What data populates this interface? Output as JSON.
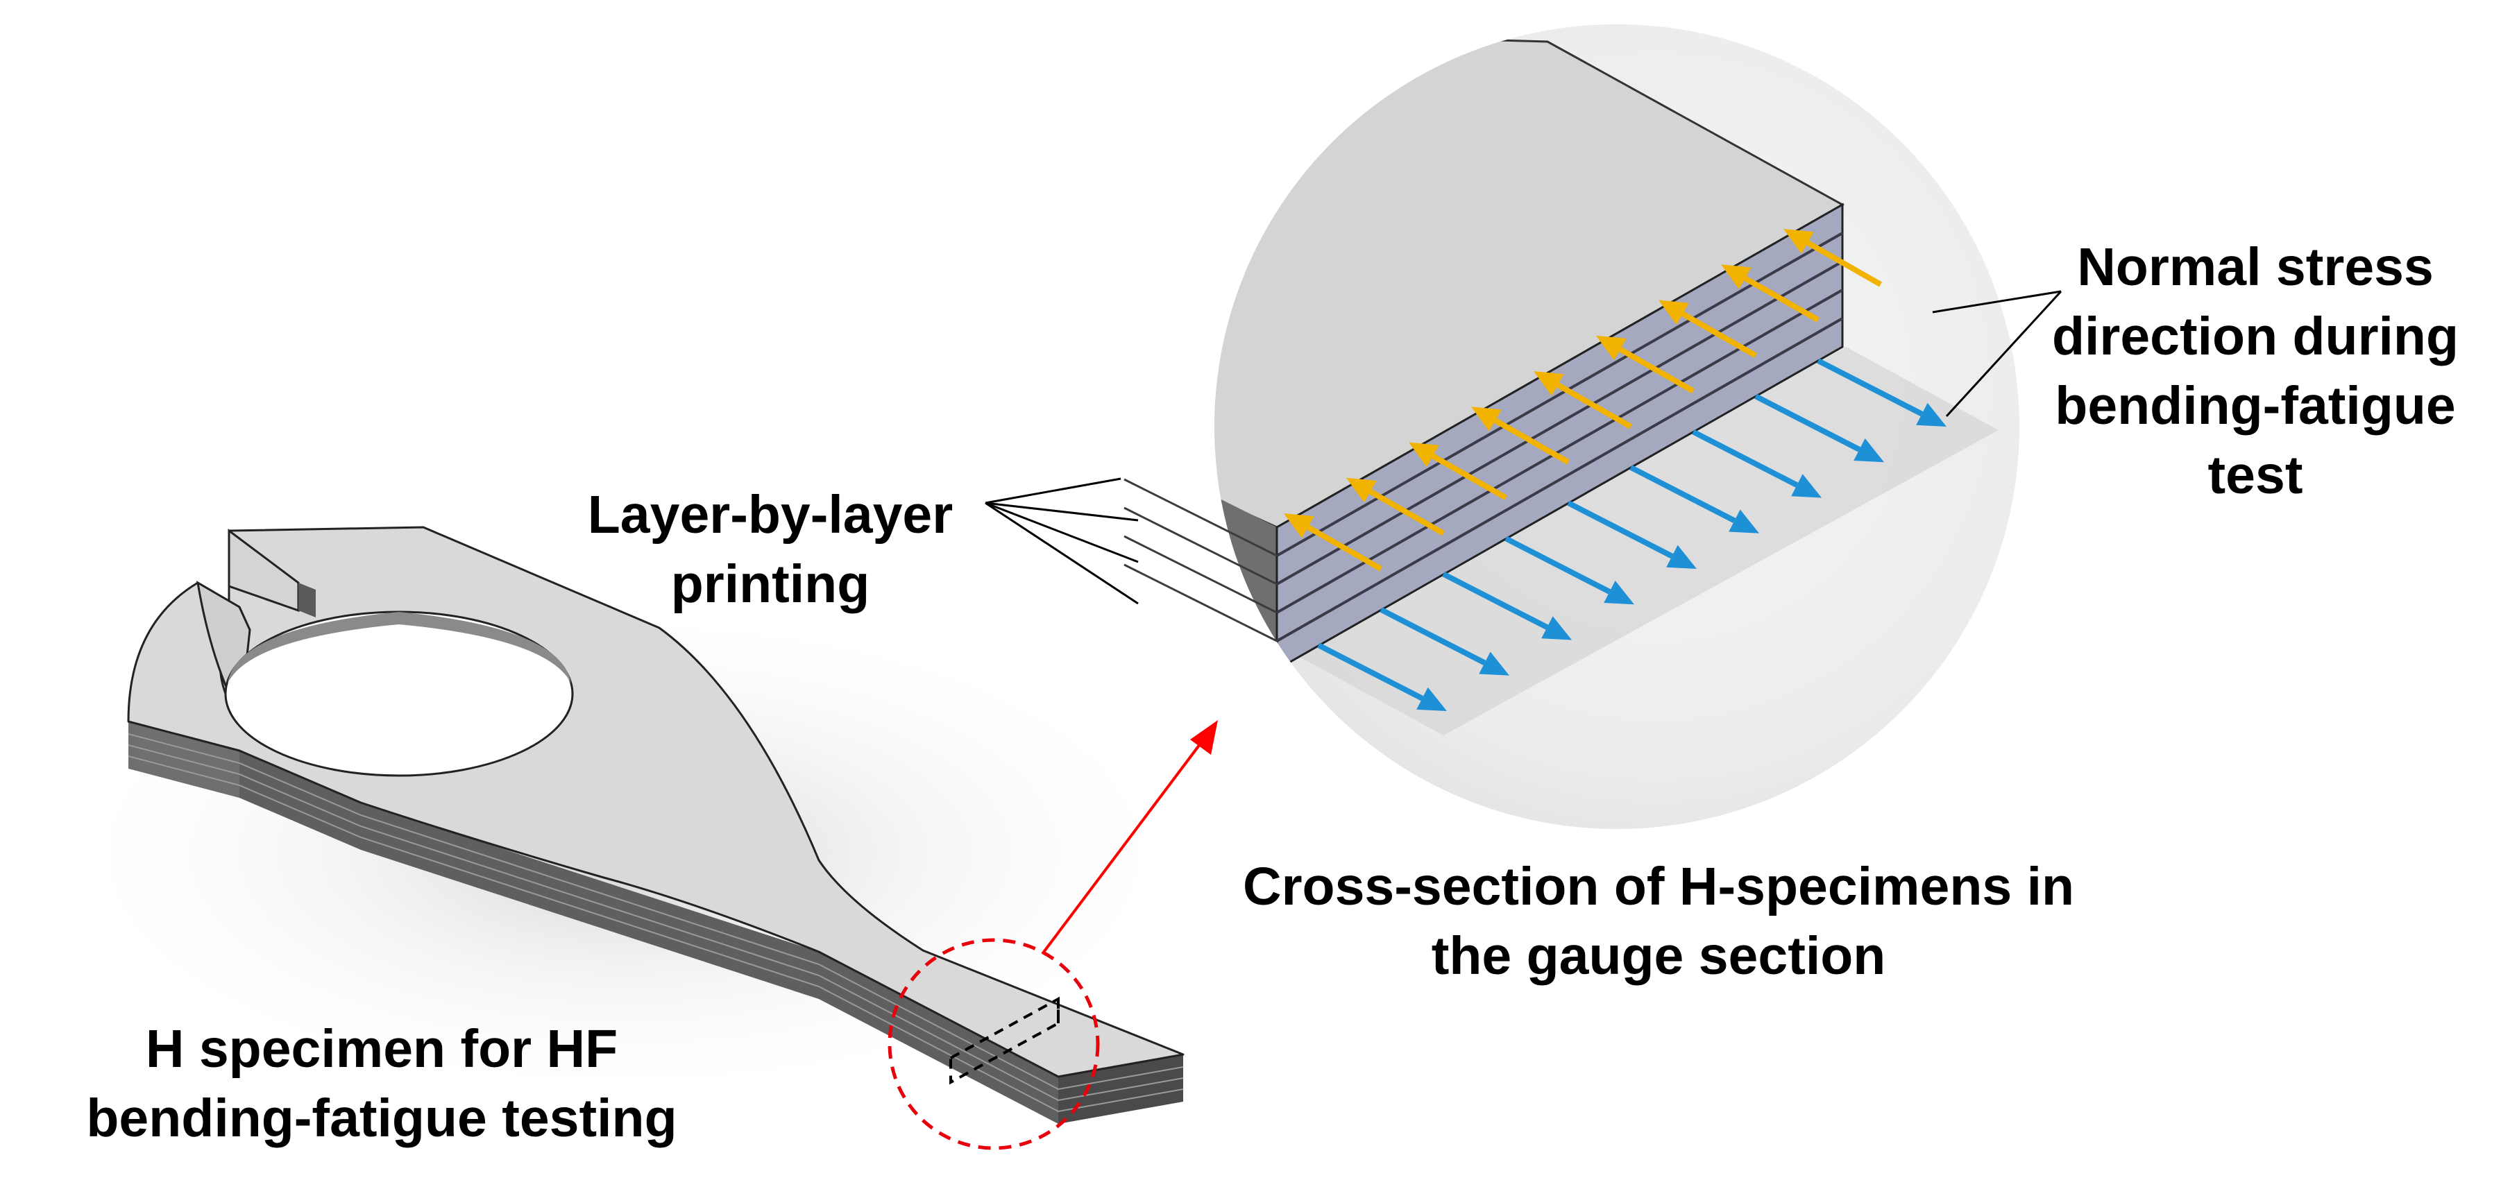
{
  "labels": {
    "normal_stress": [
      "Normal stress",
      "direction during",
      "bending-fatigue",
      "test"
    ],
    "layer_printing": [
      "Layer-by-layer",
      "printing"
    ],
    "cross_section": [
      "Cross-section of H-specimens in",
      "the gauge section"
    ],
    "specimen": [
      "H specimen for HF",
      "bending-fatigue testing"
    ]
  },
  "colors": {
    "tensile_arrow": "#F2B200",
    "compressive_arrow": "#1E90D6",
    "zoom_arrow": "#FF0000",
    "zoom_circle": "#E8000B",
    "specimen_top": "#D9D9D9",
    "section_face": "#A5A9BF",
    "layer_line": "#3A3A48"
  },
  "diagram": {
    "layer_count": 5,
    "arrow_pairs": 9
  }
}
